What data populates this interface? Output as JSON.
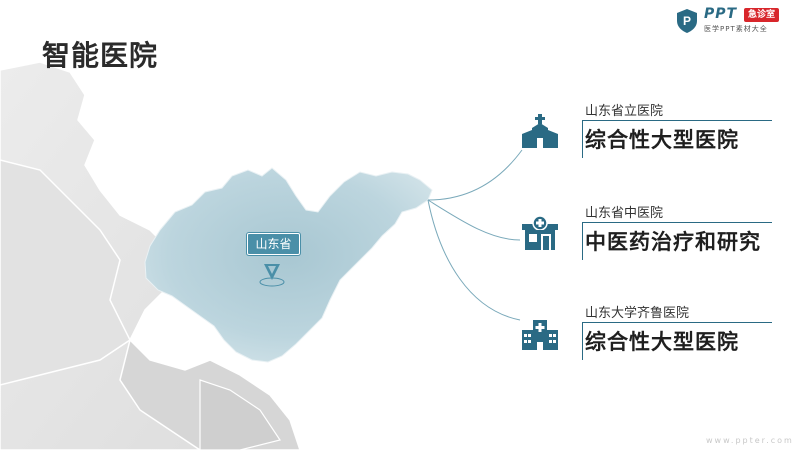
{
  "title": "智能医院",
  "logo": {
    "brand": "PPT",
    "badge": "急诊室",
    "subtitle": "医学PPT素材大全"
  },
  "map": {
    "province_label": "山东省"
  },
  "hospitals": [
    {
      "name": "山东省立医院",
      "description": "综合性大型医院",
      "icon": "church-hospital-icon"
    },
    {
      "name": "山东省中医院",
      "description": "中医药治疗和研究",
      "icon": "pharmacy-building-icon"
    },
    {
      "name": "山东大学齐鲁医院",
      "description": "综合性大型医院",
      "icon": "hospital-building-icon"
    }
  ],
  "watermark": "www.ppter.com",
  "colors": {
    "accent": "#2a6a84",
    "province_fill": "#b9d3dc",
    "neighbor_fill": "#e4e4e4",
    "badge_red": "#d8262b"
  }
}
